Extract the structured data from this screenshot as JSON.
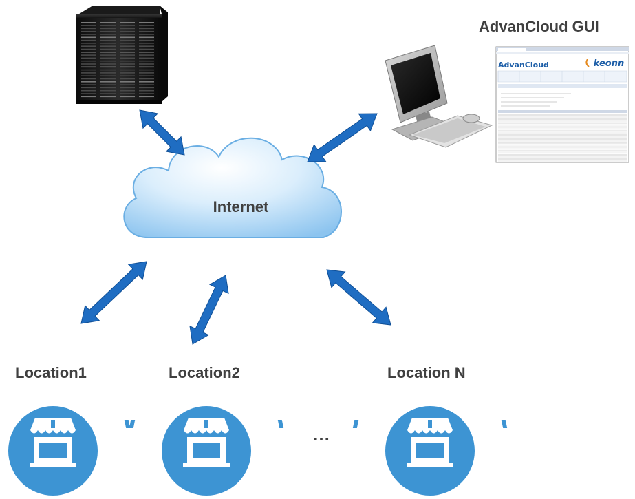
{
  "title": "AdvanCloud GUI",
  "cloud_label": "Internet",
  "locations": [
    {
      "label": "Location1"
    },
    {
      "label": "Location2"
    },
    {
      "label": "Location N"
    }
  ],
  "ellipsis": "…",
  "screenshot": {
    "app_name": "AdvanCloud",
    "brand": "keonn"
  },
  "colors": {
    "arrow": "#1F6DC2",
    "store_circle": "#3D94D3",
    "text": "#404040",
    "brand_blue": "#1E5FA8",
    "brand_orange": "#E58A1F"
  },
  "icons": [
    "server-rack-icon",
    "computer-monitor-icon",
    "cloud-icon",
    "store-icon"
  ]
}
